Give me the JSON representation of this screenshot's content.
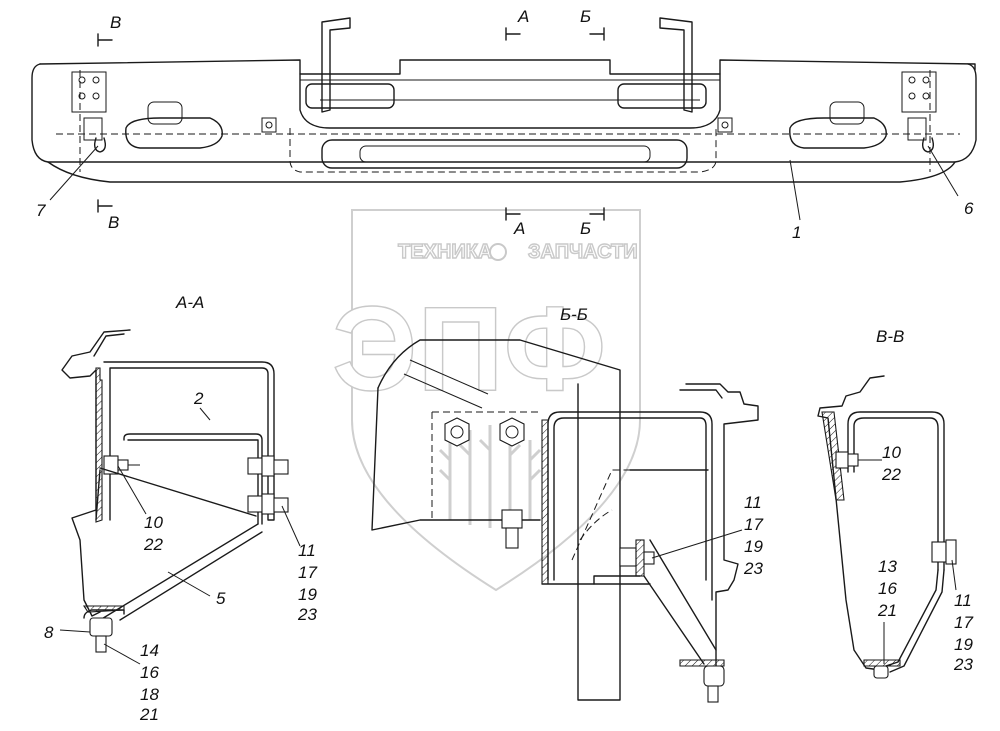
{
  "watermark": {
    "top_text_left": "ТЕХНИКА",
    "top_text_right": "ЗАПЧАСТИ",
    "logo_letters": "ЭПФ",
    "color": "#c9c9c9"
  },
  "section_marks": {
    "top_B": "В",
    "top_A": "А",
    "top_Be": "Б",
    "bottom_B": "В",
    "bottom_A": "А",
    "bottom_Be": "Б"
  },
  "section_titles": {
    "aa": "А-А",
    "bb": "Б-Б",
    "vv": "В-В"
  },
  "callouts": {
    "c1": "1",
    "c2": "2",
    "c5": "5",
    "c6": "6",
    "c7": "7",
    "c8": "8"
  },
  "aa_labels": {
    "l10": "10",
    "l22": "22",
    "l11": "11",
    "l17": "17",
    "l19": "19",
    "l23": "23",
    "l14": "14",
    "l16": "16",
    "l18": "18",
    "l21": "21"
  },
  "bb_labels": {
    "l11": "11",
    "l17": "17",
    "l19": "19",
    "l23": "23"
  },
  "vv_labels": {
    "l10": "10",
    "l22": "22",
    "l13": "13",
    "l16": "16",
    "l21": "21",
    "l11": "11",
    "l17": "17",
    "l19": "19",
    "l23": "23"
  }
}
